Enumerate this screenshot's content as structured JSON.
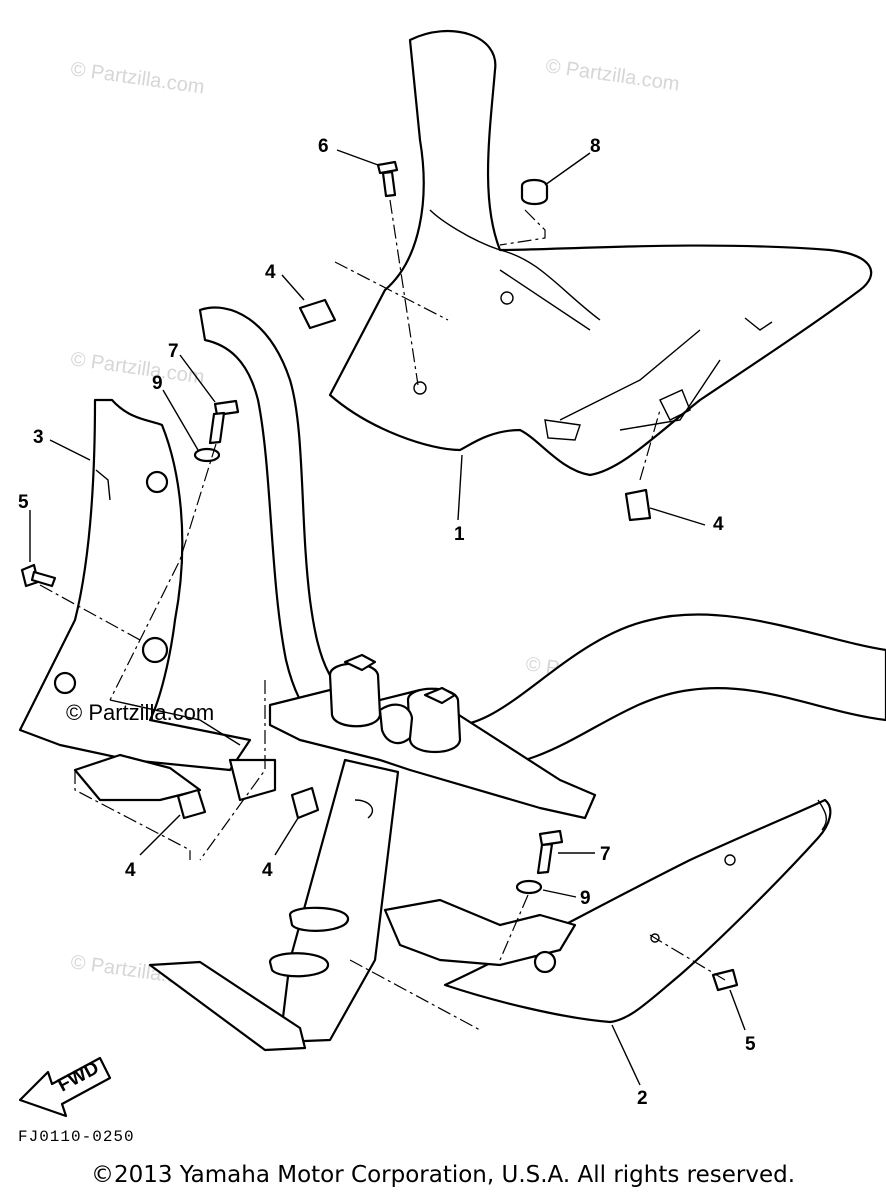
{
  "diagram": {
    "watermark_text": "© Partzilla.com",
    "callouts": [
      {
        "id": "c1",
        "label": "1"
      },
      {
        "id": "c2",
        "label": "2"
      },
      {
        "id": "c3",
        "label": "3"
      },
      {
        "id": "c4a",
        "label": "4"
      },
      {
        "id": "c4b",
        "label": "4"
      },
      {
        "id": "c4c",
        "label": "4"
      },
      {
        "id": "c4d",
        "label": "4"
      },
      {
        "id": "c5a",
        "label": "5"
      },
      {
        "id": "c5b",
        "label": "5"
      },
      {
        "id": "c6",
        "label": "6"
      },
      {
        "id": "c7a",
        "label": "7"
      },
      {
        "id": "c7b",
        "label": "7"
      },
      {
        "id": "c8",
        "label": "8"
      },
      {
        "id": "c9a",
        "label": "9"
      },
      {
        "id": "c9b",
        "label": "9"
      }
    ],
    "direction_label": "FWD",
    "diagram_code": "FJ0110-0250",
    "copyright": "©2013 Yamaha Motor Corporation, U.S.A. All rights reserved."
  }
}
